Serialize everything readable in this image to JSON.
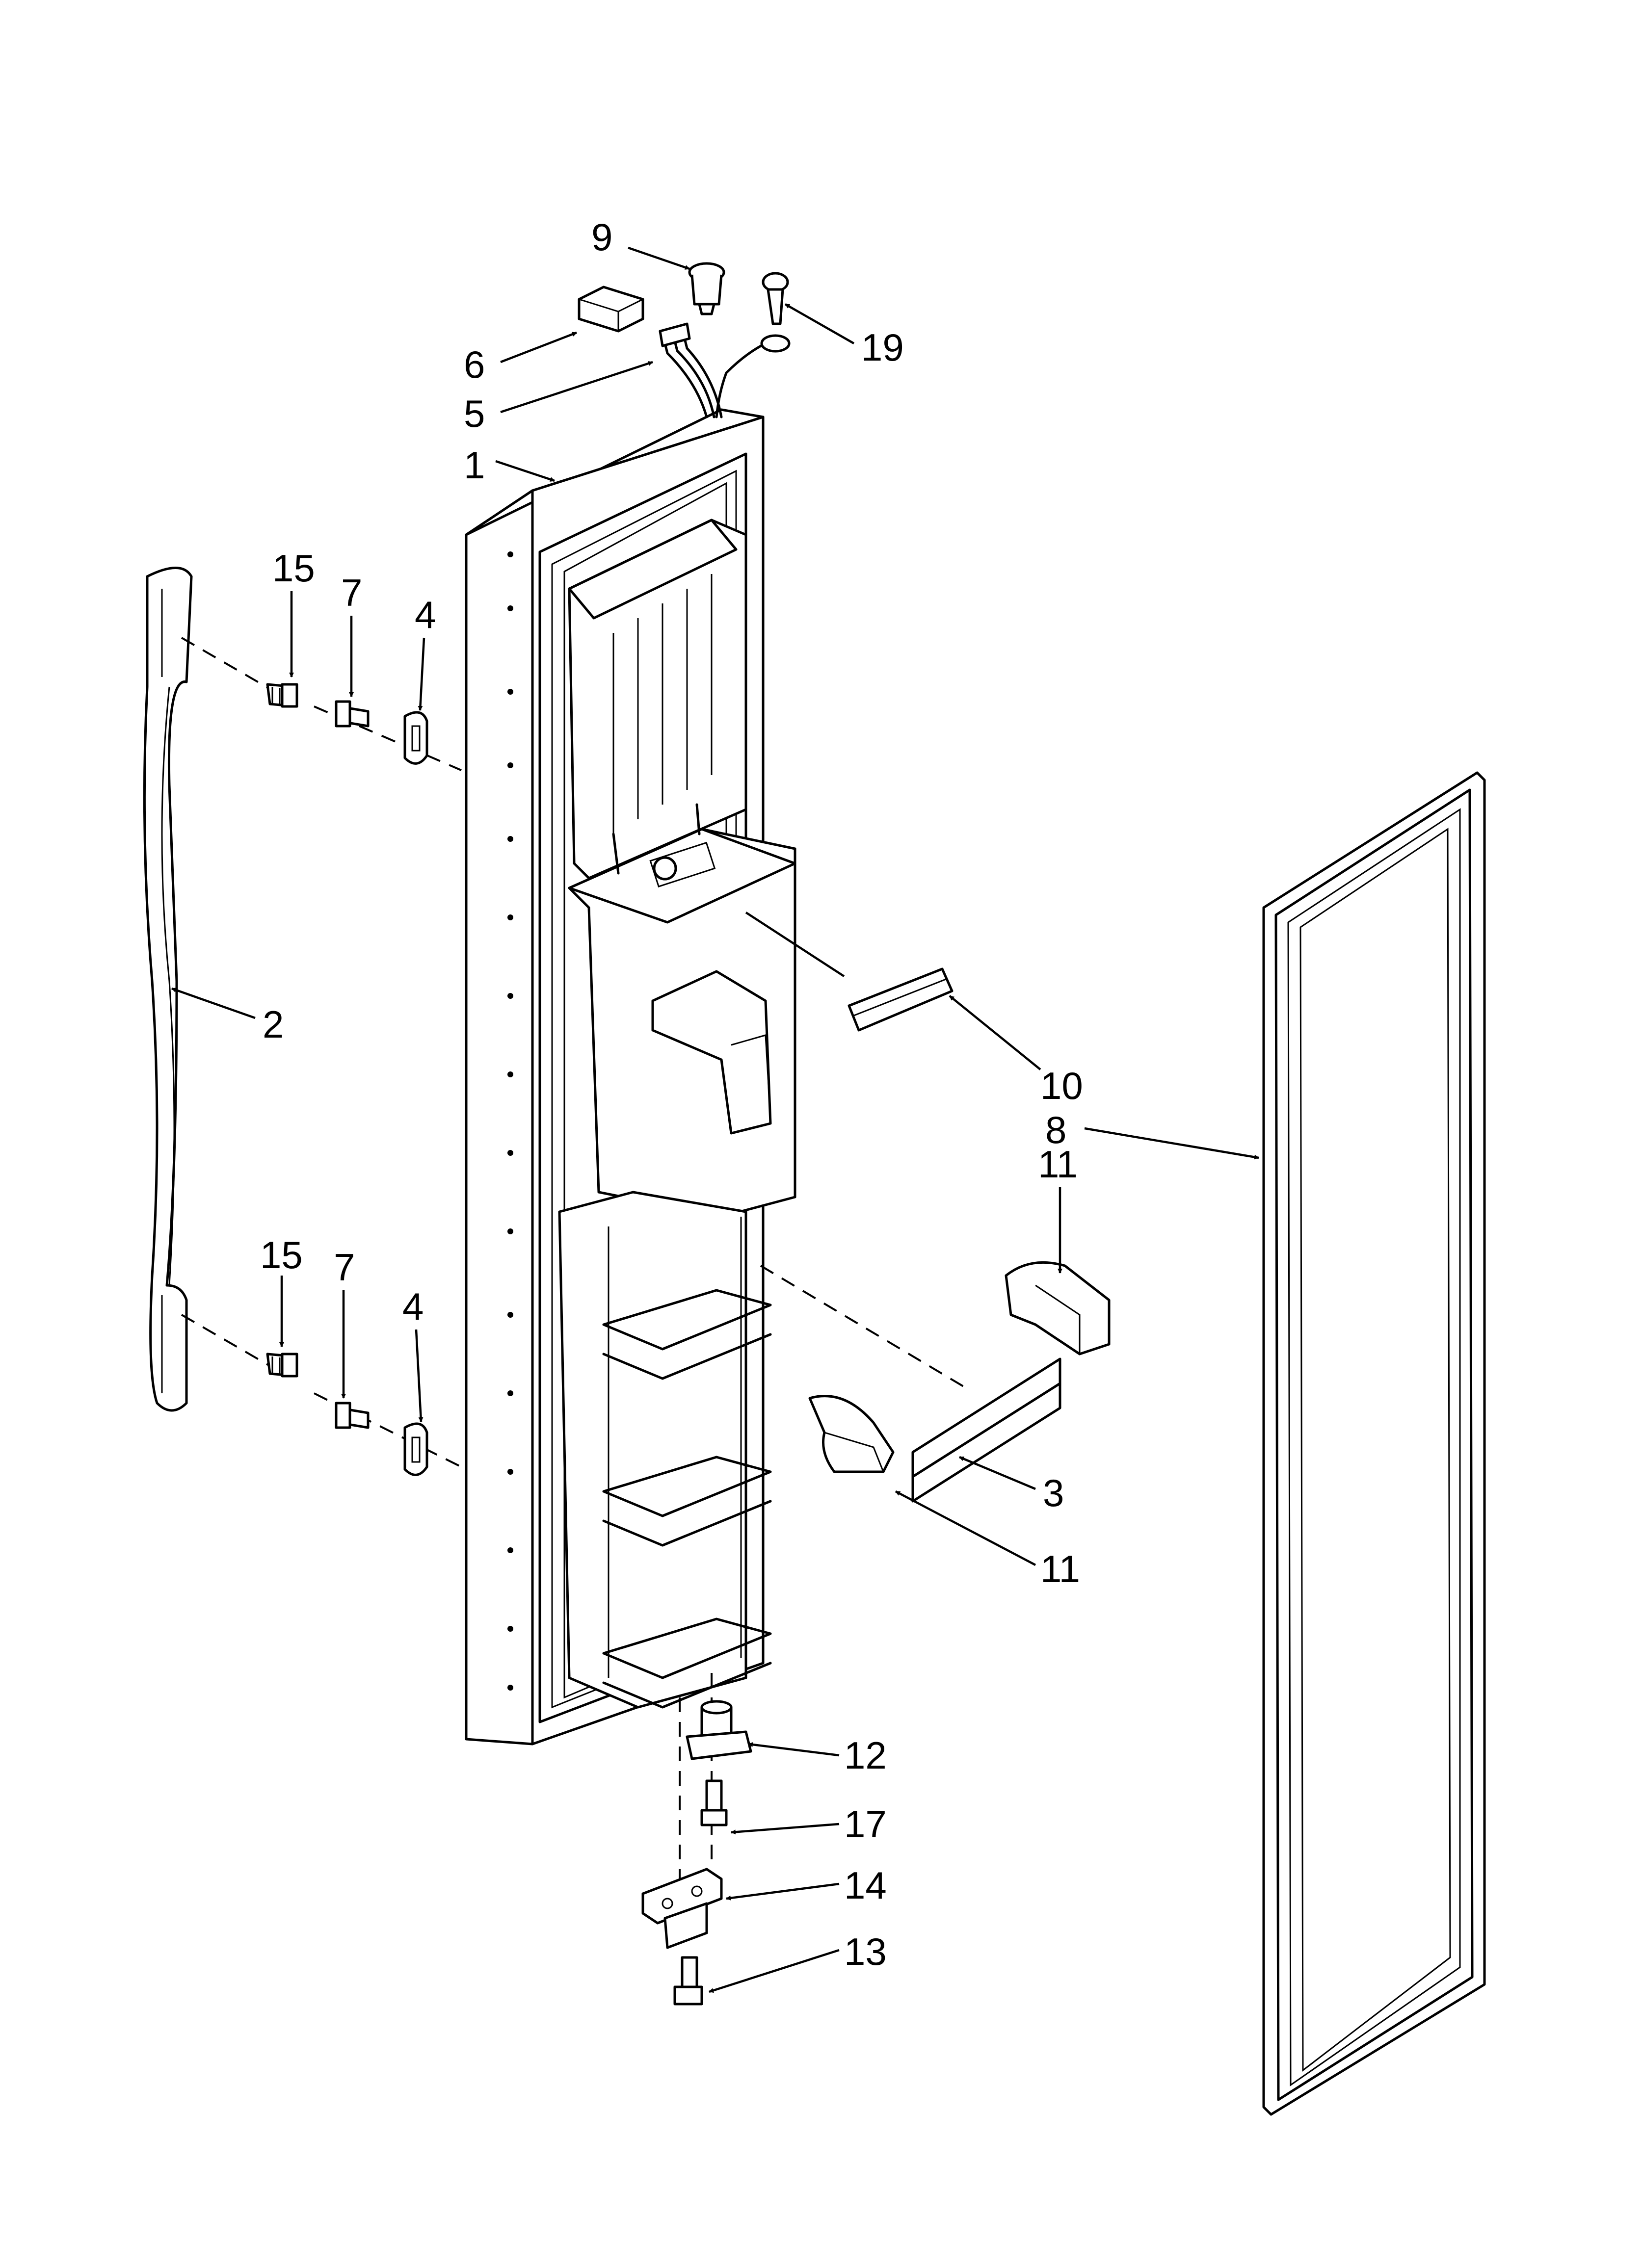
{
  "diagram": {
    "callouts": [
      {
        "id": "c9",
        "label": "9"
      },
      {
        "id": "c19",
        "label": "19"
      },
      {
        "id": "c6",
        "label": "6"
      },
      {
        "id": "c5",
        "label": "5"
      },
      {
        "id": "c1",
        "label": "1"
      },
      {
        "id": "c15a",
        "label": "15"
      },
      {
        "id": "c7a",
        "label": "7"
      },
      {
        "id": "c4a",
        "label": "4"
      },
      {
        "id": "c2",
        "label": "2"
      },
      {
        "id": "c10",
        "label": "10"
      },
      {
        "id": "c8",
        "label": "8"
      },
      {
        "id": "c11a",
        "label": "11"
      },
      {
        "id": "c15b",
        "label": "15"
      },
      {
        "id": "c7b",
        "label": "7"
      },
      {
        "id": "c4b",
        "label": "4"
      },
      {
        "id": "c3",
        "label": "3"
      },
      {
        "id": "c11b",
        "label": "11"
      },
      {
        "id": "c12",
        "label": "12"
      },
      {
        "id": "c17",
        "label": "17"
      },
      {
        "id": "c14",
        "label": "14"
      },
      {
        "id": "c13",
        "label": "13"
      }
    ]
  }
}
